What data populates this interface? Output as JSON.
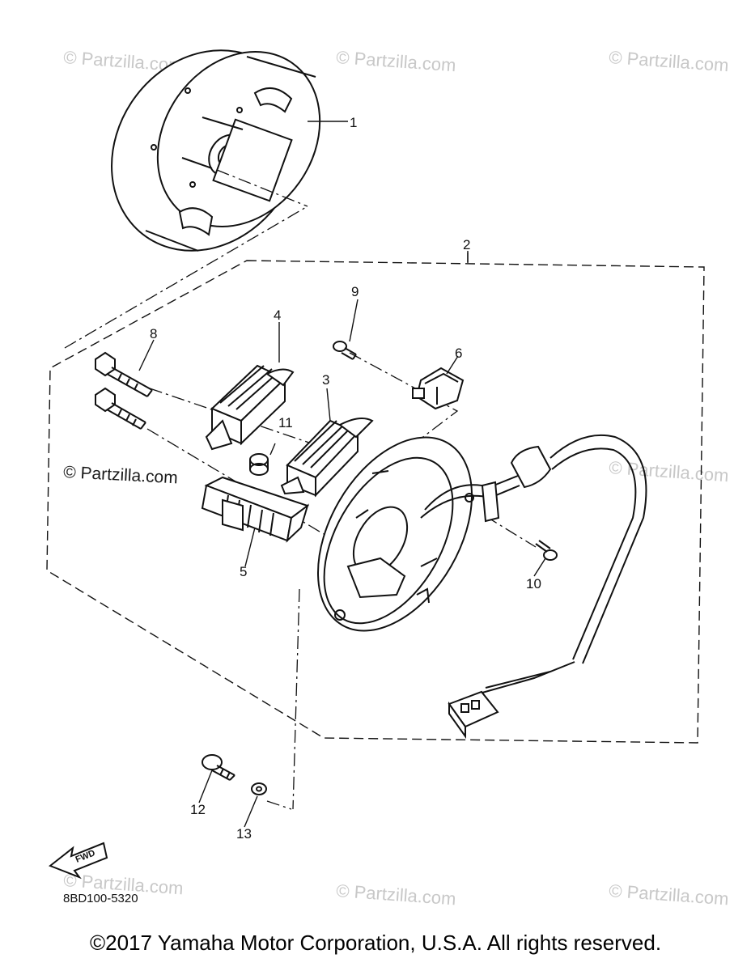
{
  "callouts": [
    "1",
    "2",
    "3",
    "4",
    "5",
    "6",
    "8",
    "9",
    "10",
    "11",
    "12",
    "13"
  ],
  "watermark": "© Partzilla.com",
  "diagram_code": "8BD100-5320",
  "fwd_label": "FWD",
  "copyright": "©2017 Yamaha Motor Corporation, U.S.A. All rights reserved."
}
